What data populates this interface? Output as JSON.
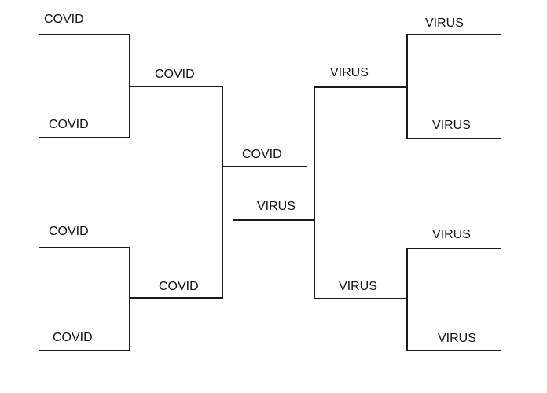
{
  "bracket": {
    "left": {
      "round1": [
        "COVID",
        "COVID",
        "COVID",
        "COVID"
      ],
      "round2": [
        "COVID",
        "COVID"
      ],
      "finalist": "COVID"
    },
    "right": {
      "round1": [
        "VIRUS",
        "VIRUS",
        "VIRUS",
        "VIRUS"
      ],
      "round2": [
        "VIRUS",
        "VIRUS"
      ],
      "finalist": "VIRUS"
    }
  },
  "colors": {
    "line": "#1a1a1a",
    "text": "#111111",
    "background": "#ffffff"
  }
}
